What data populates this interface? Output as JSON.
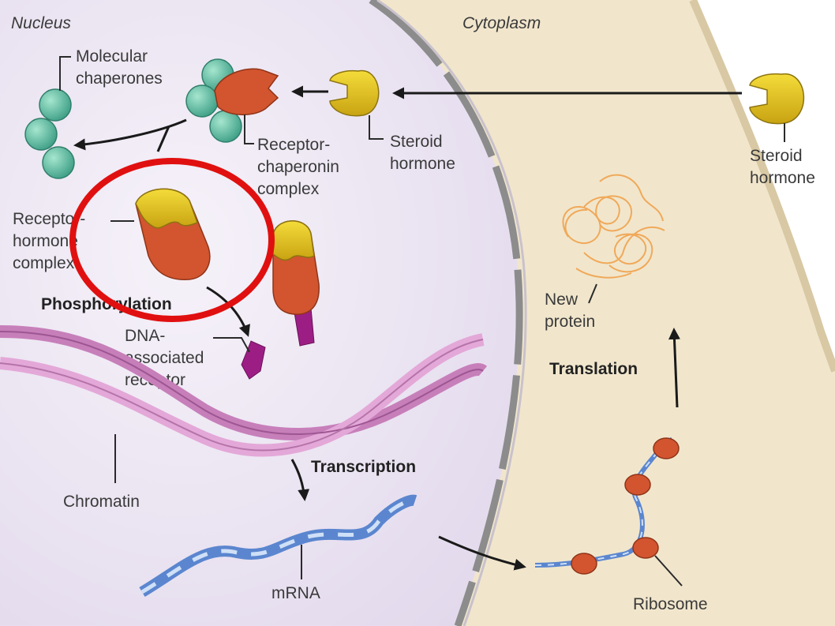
{
  "regions": {
    "nucleus": "Nucleus",
    "cytoplasm": "Cytoplasm"
  },
  "labels": {
    "molecular_chaperones": [
      "Molecular",
      "chaperones"
    ],
    "receptor_chaperonin_complex": [
      "Receptor-",
      "chaperonin",
      "complex"
    ],
    "steroid_hormone_nucleus": [
      "Steroid",
      "hormone"
    ],
    "steroid_hormone_outside": [
      "Steroid",
      "hormone"
    ],
    "receptor_hormone_complex": [
      "Receptor-",
      "hormone",
      "complex"
    ],
    "dna_associated_receptor": [
      "DNA-",
      "associated",
      "receptor"
    ],
    "chromatin": "Chromatin",
    "mrna": "mRNA",
    "new_protein": [
      "New",
      "protein"
    ],
    "ribosome": "Ribosome"
  },
  "processes": {
    "phosphorylation": "Phosphorylation",
    "transcription": "Transcription",
    "translation": "Translation"
  },
  "colors": {
    "nucleus_fill": "#ece6f2",
    "cytoplasm_fill": "#f1e6cc",
    "membrane": "#8c8c8c",
    "hormone_yellow": "#e8c61a",
    "receptor_red": "#d2552f",
    "chaperone_teal": "#5fc2a6",
    "dna_pink": "#d48cc8",
    "mrna_blue": "#5b86cf",
    "highlight_ring": "#e01010"
  }
}
